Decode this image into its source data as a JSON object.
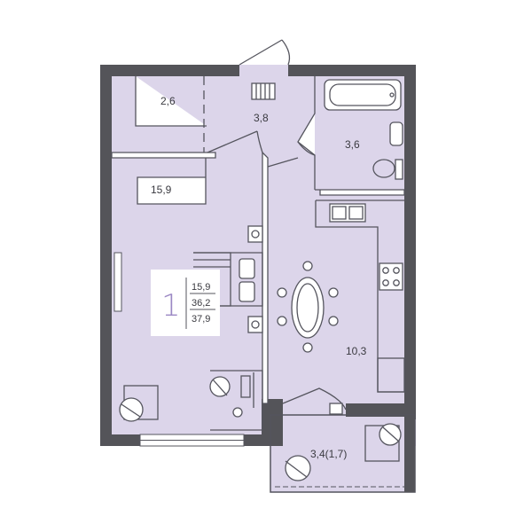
{
  "colors": {
    "wall": "#545459",
    "floor": "#dcd5ea",
    "line": "#55555e",
    "accent": "#9b88c4",
    "card": "#ffffff"
  },
  "rooms": {
    "wardrobe": "2,6",
    "hallway": "3,8",
    "bathroom": "3,6",
    "living_room": "15,9",
    "kitchen": "10,3",
    "balcony": "3,4(1,7)"
  },
  "info_card": {
    "rooms_count": "1",
    "living_area": "15,9",
    "total_area": "36,2",
    "total_area_with_balcony": "37,9"
  }
}
